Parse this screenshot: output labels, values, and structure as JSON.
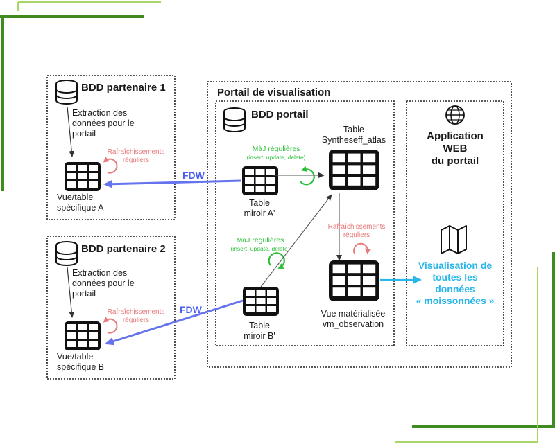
{
  "colors": {
    "deco_dark": "#3f8b1f",
    "deco_light": "#a9d468",
    "fdw_arrow": "#6673ee",
    "refresh_red": "#e8797b",
    "update_green": "#2bbf3a",
    "viz_blue": "#29b6e8"
  },
  "partner1": {
    "title": "BDD partenaire 1",
    "extraction": [
      "Extraction des",
      "données pour le",
      "portail"
    ],
    "refresh": [
      "Rafraîchissements",
      "réguliers"
    ],
    "view": [
      "Vue/table",
      "spécifique A"
    ]
  },
  "partner2": {
    "title": "BDD partenaire 2",
    "extraction": [
      "Extraction des",
      "données pour le",
      "portail"
    ],
    "refresh": [
      "Rafraîchissements",
      "réguliers"
    ],
    "view": [
      "Vue/table",
      "spécifique B"
    ]
  },
  "portal": {
    "title": "Portail de visualisation",
    "db_title": "BDD portail",
    "fdw_label": "FDW",
    "mirror_a": [
      "Table",
      "miroir A'"
    ],
    "mirror_b": [
      "Table",
      "miroir B'"
    ],
    "update_a": [
      "MàJ régulières",
      "(insert, update, delete)"
    ],
    "update_b": [
      "MàJ régulières",
      "(insert, update, delete)"
    ],
    "synth": [
      "Table",
      "Syntheseff_atlas"
    ],
    "refresh": [
      "Rafraîchissements",
      "réguliers"
    ],
    "matview": [
      "Vue matérialisée",
      "vm_observation"
    ]
  },
  "app": {
    "title": [
      "Application",
      "WEB",
      "du portail"
    ],
    "viz": [
      "Visualisation de",
      "toutes les",
      "données",
      "« moissonnées »"
    ]
  },
  "icons": [
    "database-icon",
    "table-icon",
    "refresh-icon",
    "globe-icon",
    "map-icon"
  ]
}
